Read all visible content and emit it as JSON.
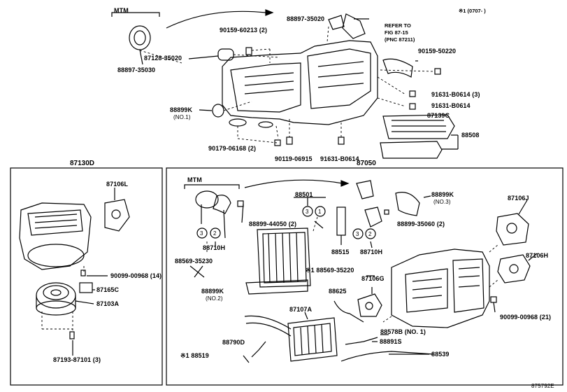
{
  "header": {
    "variant_note": "※1 (0707-     )",
    "refer_line1": "REFER TO",
    "refer_line2": "FIG 87-15",
    "refer_line3": "(PNC 87211)",
    "mtm_top": "MTM",
    "diagram_code": "875792E"
  },
  "top_labels": [
    "88897-35020",
    "90159-60213 (2)",
    "87128-35020",
    "88897-35030",
    "90159-50220",
    "91631-B0614 (3)",
    "91631-B0614",
    "87139C",
    "88508",
    "88899K",
    "(NO.1)",
    "90179-06168 (2)",
    "90119-06915",
    "91631-B0614"
  ],
  "left_box": {
    "title": "87130D",
    "labels": [
      "87106L",
      "90099-00968 (14)",
      "87165C",
      "87103A",
      "87193-87101 (3)"
    ]
  },
  "right_box": {
    "title": "87050",
    "mtm": "MTM",
    "labels": [
      "88501",
      "88899K",
      "(NO.3)",
      "87106J",
      "88899-44050 (2)",
      "88899-35060 (2)",
      "87106H",
      "88710H",
      "88515",
      "88710H",
      "88569-35230",
      "※1 88569-35220",
      "88899K",
      "(NO.2)",
      "88625",
      "87106G",
      "87107A",
      "88578B (NO. 1)",
      "88891S",
      "90099-00968 (21)",
      "88790D",
      "※1 88519",
      "88539"
    ],
    "circle_marks": [
      "3",
      "1",
      "3",
      "2",
      "3",
      "2"
    ]
  }
}
